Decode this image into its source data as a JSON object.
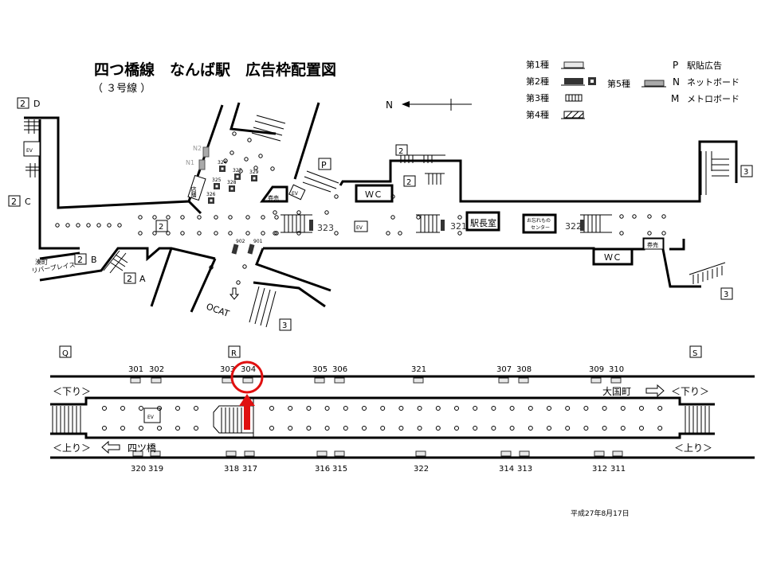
{
  "title": "四つ橋線　なんば駅　広告枠配置図",
  "subtitle": "（ ３号線 ）",
  "legend": {
    "types": [
      "第1種",
      "第2種",
      "第3種",
      "第4種",
      "第5種"
    ],
    "codes": [
      {
        "code": "P",
        "label": "駅貼広告"
      },
      {
        "code": "N",
        "label": "ネットボード"
      },
      {
        "code": "M",
        "label": "メトロボード"
      }
    ]
  },
  "north": "N",
  "concourse": {
    "exits": [
      {
        "num": "2",
        "letter": "D"
      },
      {
        "num": "2",
        "letter": "C"
      },
      {
        "num": "2",
        "letter": "B"
      },
      {
        "num": "2",
        "letter": "A"
      }
    ],
    "exit_boxes": [
      "2",
      "2",
      "2",
      "3",
      "3",
      "3"
    ],
    "riverplace": [
      "湊町",
      "リバープレイス"
    ],
    "net_boards": [
      "N2",
      "N1"
    ],
    "type2_ads": [
      "324",
      "327",
      "329",
      "325",
      "328",
      "326"
    ],
    "shop": "店舗",
    "ticket": "券売",
    "ev": "EV",
    "p_box": "P",
    "wc": "ＷＣ",
    "ads": [
      "323",
      "321",
      "322",
      "902",
      "901"
    ],
    "station_office": "駅長室",
    "lost_found": [
      "お忘れもの",
      "センター"
    ],
    "ocat": "OCAT"
  },
  "platform": {
    "markers": [
      "Q",
      "R",
      "S"
    ],
    "top_ads": [
      "301",
      "302",
      "303",
      "304",
      "305",
      "306",
      "321",
      "307",
      "308",
      "309",
      "310"
    ],
    "bottom_ads": [
      "320",
      "319",
      "318",
      "317",
      "316",
      "315",
      "322",
      "314",
      "313",
      "312",
      "311"
    ],
    "down_label": "＜下り＞",
    "up_label": "＜上り＞",
    "down_dest": "大国町",
    "up_dest": "四ツ橋",
    "ev": "EV",
    "highlight": "304",
    "highlight_color": "#e01010"
  },
  "date": "平成27年8月17日"
}
